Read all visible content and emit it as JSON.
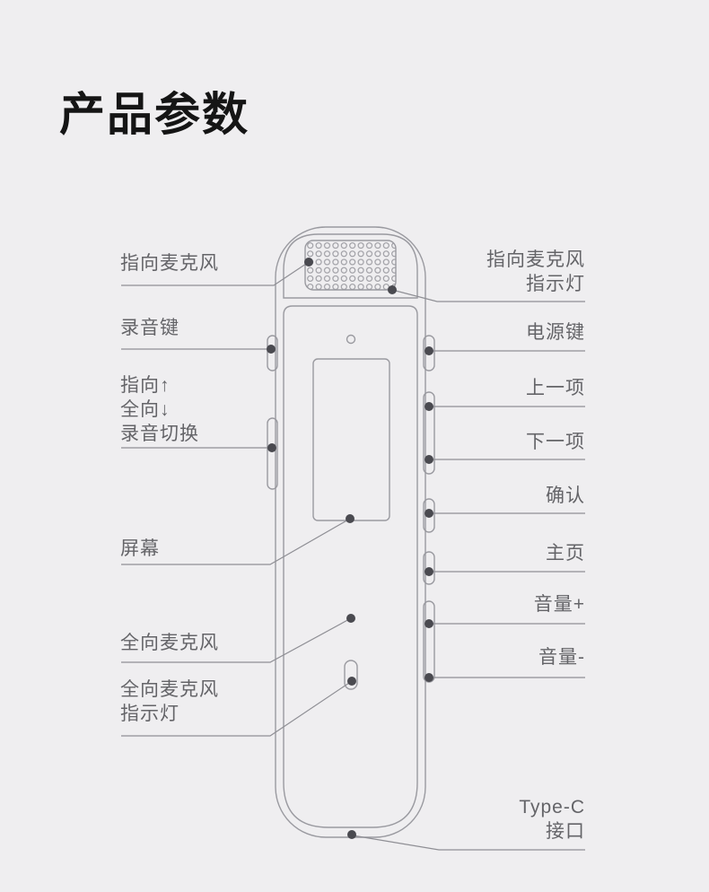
{
  "page": {
    "title": "产品参数"
  },
  "colors": {
    "background": "#efeef0",
    "line": "#9a9aa0",
    "callout": "#8f8f95",
    "dot": "#4a4a50",
    "label_text": "#646468",
    "title_text": "#151515"
  },
  "labels": {
    "left": [
      {
        "lines": [
          "指向麦克风"
        ]
      },
      {
        "lines": [
          "录音键"
        ]
      },
      {
        "lines": [
          "指向↑",
          "全向↓",
          "录音切换"
        ]
      },
      {
        "lines": [
          "屏幕"
        ]
      },
      {
        "lines": [
          "全向麦克风"
        ]
      },
      {
        "lines": [
          "全向麦克风",
          "指示灯"
        ]
      }
    ],
    "right": [
      {
        "lines": [
          "指向麦克风",
          "指示灯"
        ]
      },
      {
        "lines": [
          "电源键"
        ]
      },
      {
        "lines": [
          "上一项"
        ]
      },
      {
        "lines": [
          "下一项"
        ]
      },
      {
        "lines": [
          "确认"
        ]
      },
      {
        "lines": [
          "主页"
        ]
      },
      {
        "lines": [
          "音量+"
        ]
      },
      {
        "lines": [
          "音量-"
        ]
      },
      {
        "lines": [
          "Type-C",
          "接口"
        ]
      }
    ]
  }
}
